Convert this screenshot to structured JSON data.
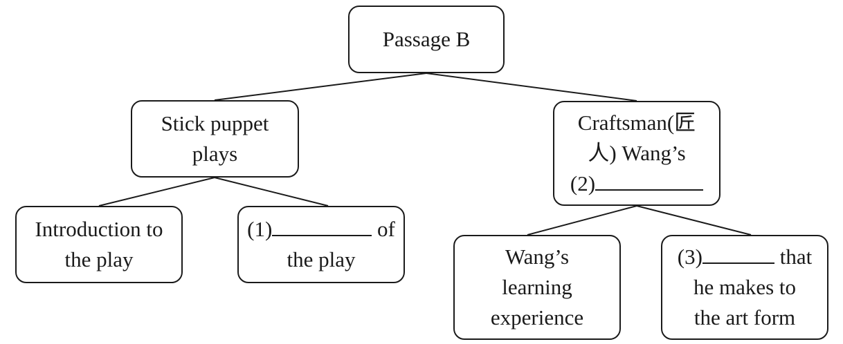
{
  "diagram": {
    "root": {
      "label": "Passage B"
    },
    "left_branch": {
      "label_lines": [
        "Stick puppet",
        "plays"
      ],
      "children": [
        {
          "label_lines": [
            "Introduction to",
            "the play"
          ]
        },
        {
          "label_lines": [
            "(1)",
            "of",
            "the play"
          ]
        }
      ]
    },
    "right_branch": {
      "label_lines": [
        "Craftsman(匠",
        "人) Wang’s",
        "(2)"
      ],
      "children": [
        {
          "label_lines": [
            "Wang’s",
            "learning",
            "experience"
          ]
        },
        {
          "label_lines": [
            "(3)",
            "that",
            "he makes to",
            "the art form"
          ]
        }
      ]
    }
  }
}
